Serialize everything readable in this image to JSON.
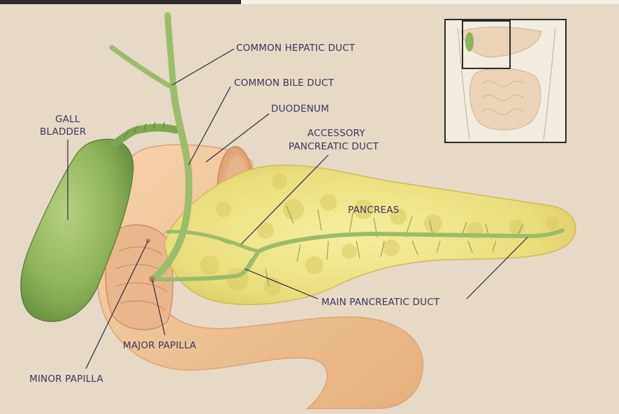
{
  "labels": {
    "common_hepatic_duct": "COMMON HEPATIC DUCT",
    "common_bile_duct": "COMMON BILE DUCT",
    "duodenum": "DUODENUM",
    "gall_bladder_line1": "GALL",
    "gall_bladder_line2": "BLADDER",
    "accessory_duct_line1": "ACCESSORY",
    "accessory_duct_line2": "PANCREATIC DUCT",
    "pancreas": "PANCREAS",
    "main_pancreatic_duct": "MAIN PANCREATIC DUCT",
    "major_papilla": "MAJOR PAPILLA",
    "minor_papilla": "MINOR PAPILLA"
  },
  "colors": {
    "background": "#e6d9c6",
    "gallbladder": "#8fb35a",
    "duodenum": "#f0c595",
    "pancreas": "#eee38a",
    "duct": "#9bbd6a",
    "label_text": "#3b3660"
  }
}
